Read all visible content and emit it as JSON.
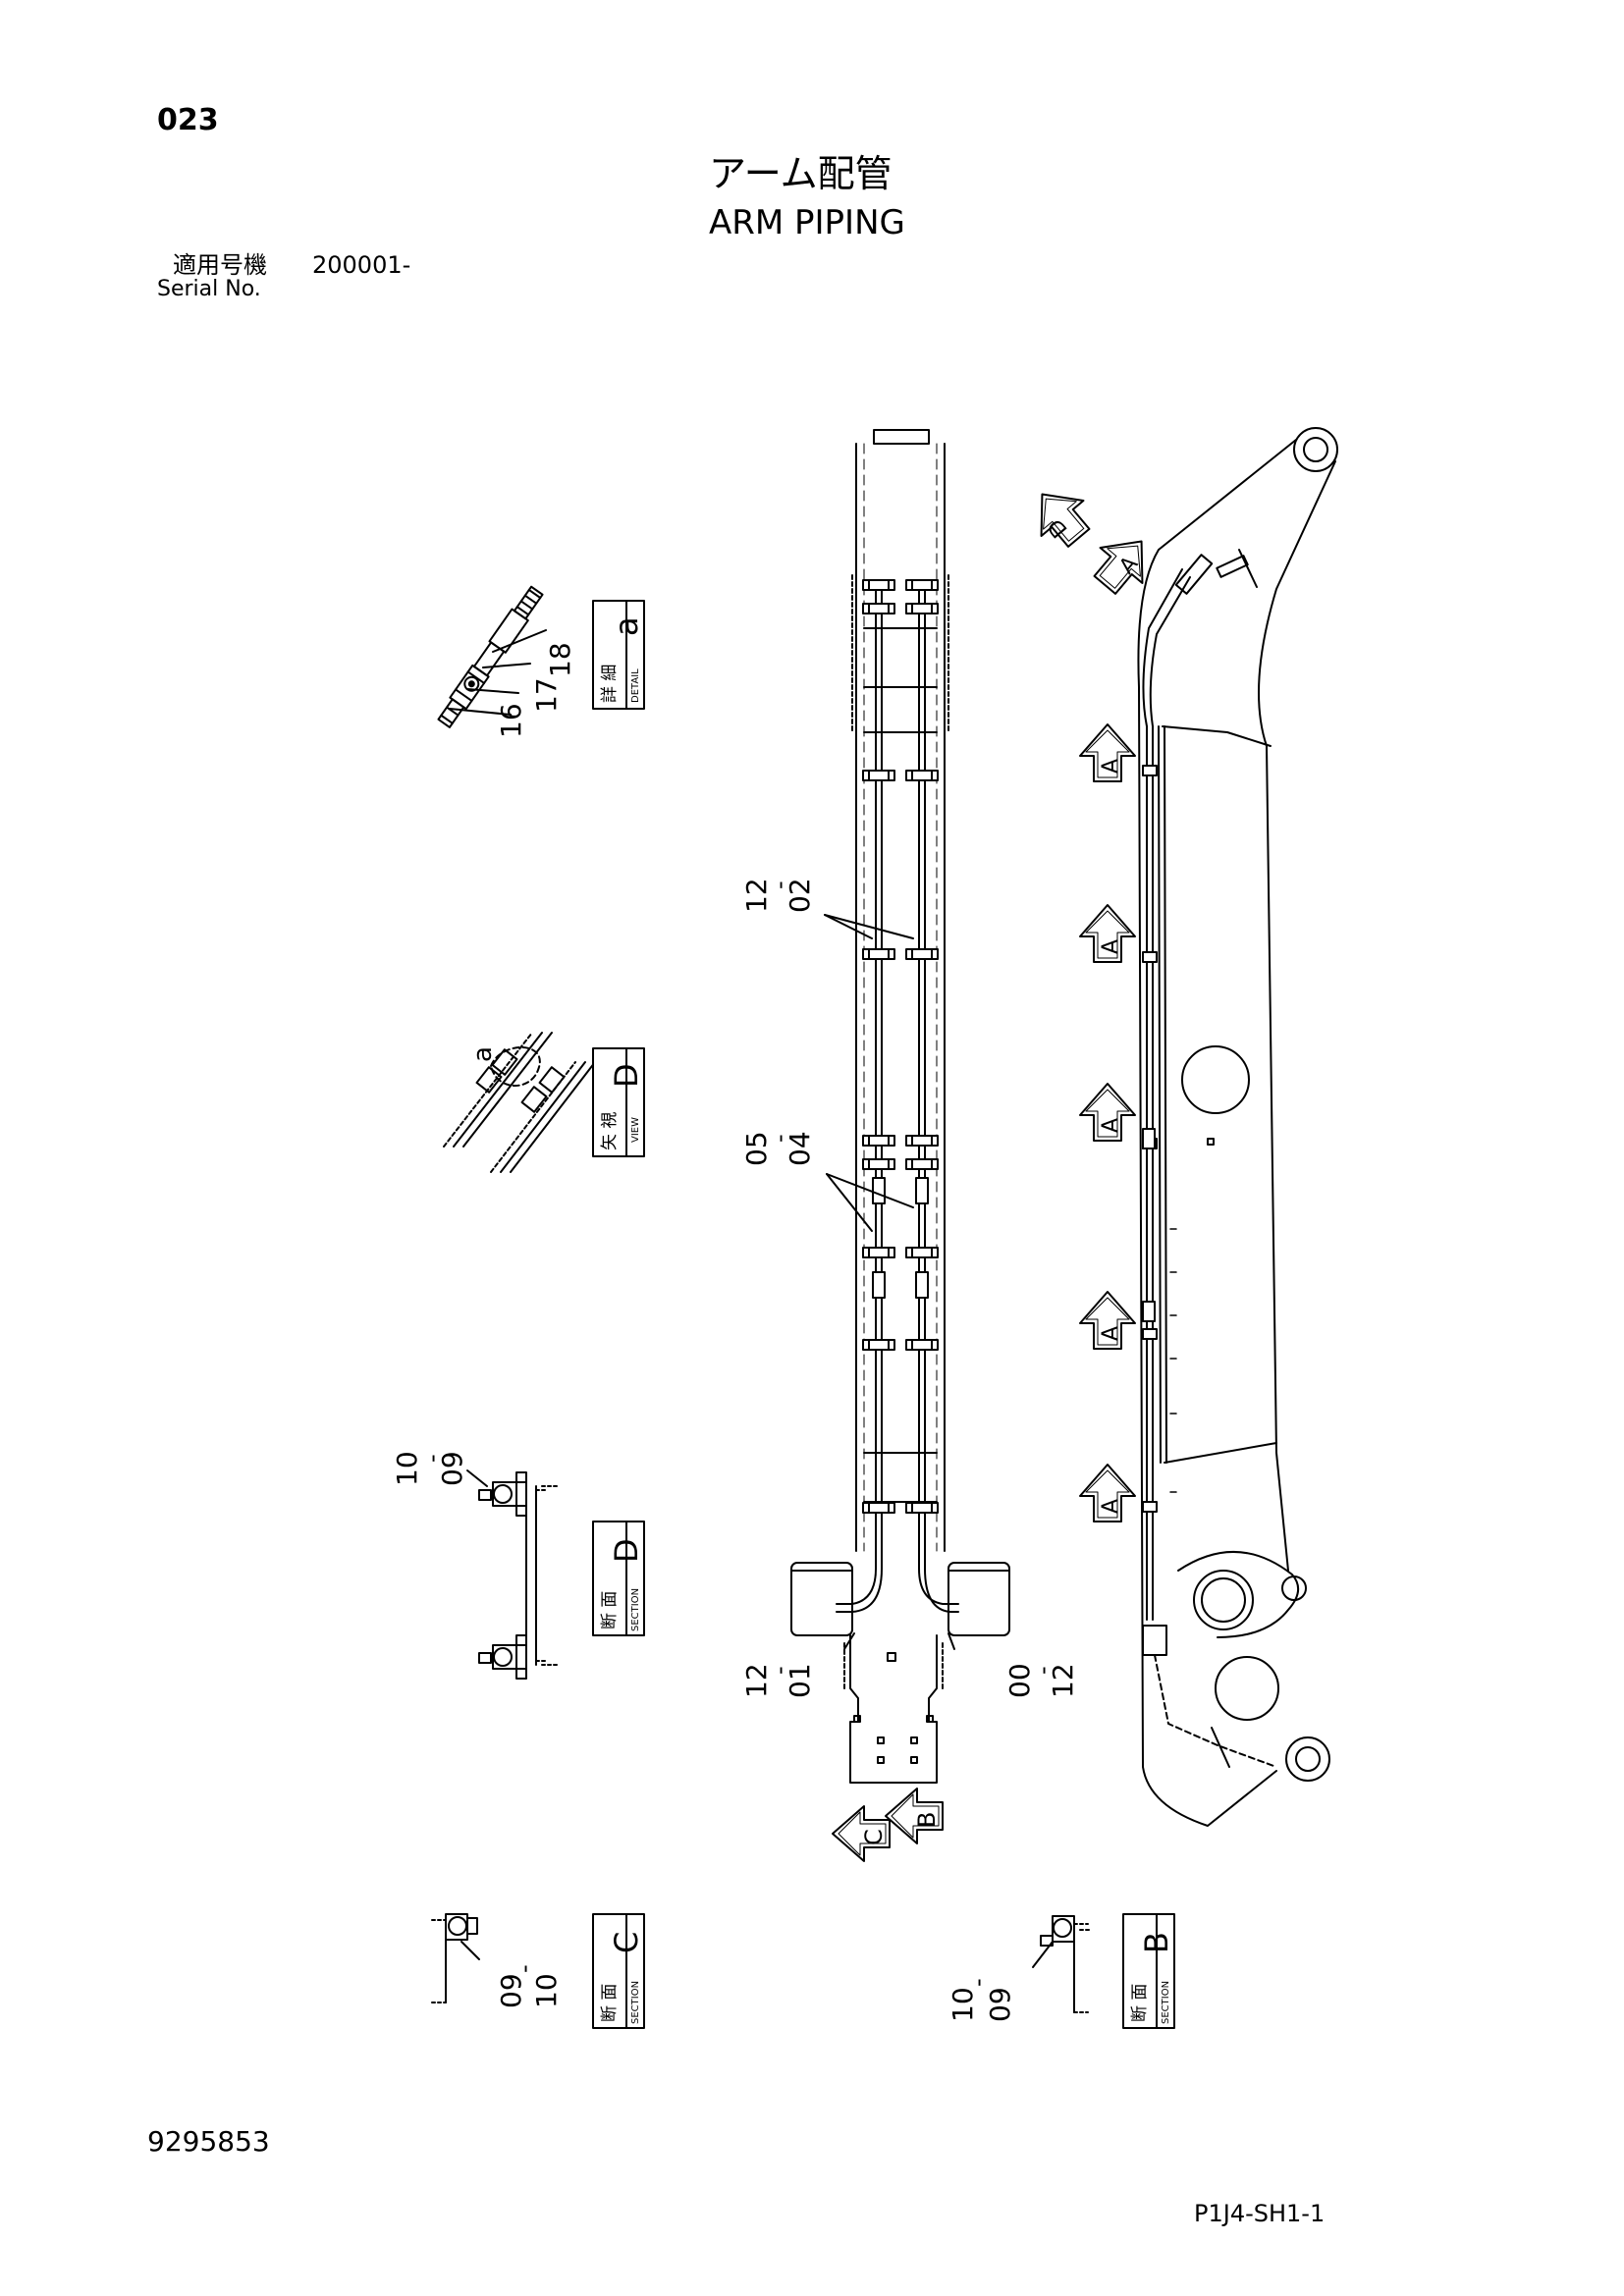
{
  "header": {
    "page_number": "023",
    "title_jp": "アーム配管",
    "title_en": "ARM PIPING",
    "serial_label_jp": "適用号機",
    "serial_value": "200001-",
    "serial_label_en": "Serial No."
  },
  "views": {
    "detail_a": {
      "jp": "詳 細",
      "en": "DETAIL",
      "letter": "a"
    },
    "view_d": {
      "jp": "矢 視",
      "en": "VIEW",
      "letter": "D"
    },
    "section_d": {
      "jp": "断 面",
      "en": "SECTION",
      "letter": "D"
    },
    "section_c": {
      "jp": "断 面",
      "en": "SECTION",
      "letter": "C"
    },
    "section_b": {
      "jp": "断 面",
      "en": "SECTION",
      "letter": "B"
    }
  },
  "callouts": {
    "detail_a": [
      "16",
      "17",
      "18"
    ],
    "view_d_a": "a",
    "pair_12_02": [
      "12",
      "02"
    ],
    "pair_05_04": [
      "05",
      "04"
    ],
    "pair_12_01": [
      "12",
      "01"
    ],
    "pair_00_12": [
      "00",
      "12"
    ],
    "section_d": [
      "10",
      "09"
    ],
    "section_c": [
      "09",
      "10"
    ],
    "section_b": [
      "10",
      "09"
    ]
  },
  "arrows": {
    "a_label": "A",
    "b_label": "B",
    "c_label": "C",
    "d_label": "D"
  },
  "footer": {
    "part_number": "9295853",
    "sheet_code": "P1J4-SH1-1"
  }
}
